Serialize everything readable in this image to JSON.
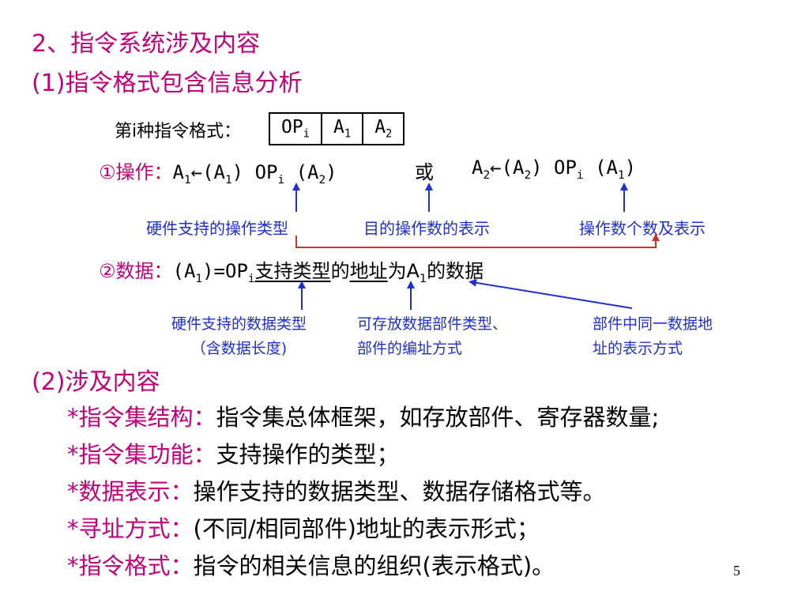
{
  "heading1": "2、指令系统涉及内容",
  "heading2": "(1)指令格式包含信息分析",
  "format": {
    "label": "第i种指令格式：",
    "fields": [
      {
        "main": "OP",
        "sub": "i"
      },
      {
        "main": "A",
        "sub": "1"
      },
      {
        "main": "A",
        "sub": "2"
      }
    ]
  },
  "operation": {
    "label": "①操作：",
    "expr1": {
      "p1": "A",
      "s1": "1",
      "p2": "←(A",
      "s2": "1",
      "p3": ") OP",
      "s3": "i",
      "p4": " (A",
      "s4": "2",
      "p5": ")"
    },
    "or": "或",
    "expr2": {
      "p1": "A",
      "s1": "2",
      "p2": "←(A",
      "s2": "2",
      "p3": ") OP",
      "s3": "i",
      "p4": " (A",
      "s4": "1",
      "p5": ")"
    }
  },
  "op_notes": [
    "硬件支持的操作类型",
    "目的操作数的表示",
    "操作数个数及表示"
  ],
  "data_line": {
    "label": "②数据：",
    "p1": "(A",
    "s1": "1",
    "p2": ")=OP",
    "s2": "i",
    "u1": "支持类型",
    "t1": "的",
    "u2": "地址",
    "t2": "为A",
    "s3": "1",
    "t3": "的数据"
  },
  "data_notes": [
    {
      "line1": "硬件支持的数据类型",
      "line2": "（含数据长度)"
    },
    {
      "line1": "可存放数据部件类型、",
      "line2": "部件的编址方式"
    },
    {
      "line1": "部件中同一数据地",
      "line2": "址的表示方式"
    }
  ],
  "heading3": "(2)涉及内容",
  "items": [
    {
      "key": "*指令集结构：",
      "value": "指令集总体框架，如存放部件、寄存器数量;"
    },
    {
      "key": "*指令集功能：",
      "value": "支持操作的类型；"
    },
    {
      "key": "*数据表示：",
      "value": "操作支持的数据类型、数据存储格式等。"
    },
    {
      "key": "*寻址方式：",
      "value": "(不同/相同部件)地址的表示形式；"
    },
    {
      "key": "*指令格式：",
      "value": "指令的相关信息的组织(表示格式)。"
    }
  ],
  "page_number": "5",
  "colors": {
    "magenta": "#c1007a",
    "blue": "#1f2fd0",
    "red_arrow": "#c0392b"
  }
}
